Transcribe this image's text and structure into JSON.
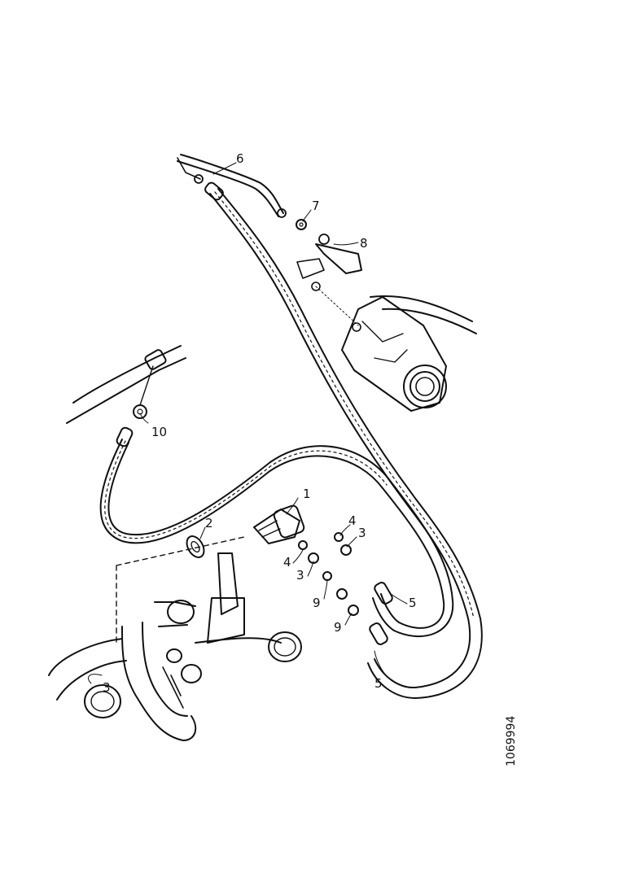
{
  "diagram": {
    "reference_number": "1069994",
    "callouts": {
      "c1": "1",
      "c2": "2",
      "c3a": "3",
      "c3b": "3",
      "c3c": "3",
      "c4a": "4",
      "c4b": "4",
      "c5a": "5",
      "c5b": "5",
      "c6": "6",
      "c7": "7",
      "c8": "8",
      "c9a": "9",
      "c9b": "9",
      "c10": "10"
    },
    "colors": {
      "line": "#111111",
      "background": "#ffffff"
    }
  }
}
